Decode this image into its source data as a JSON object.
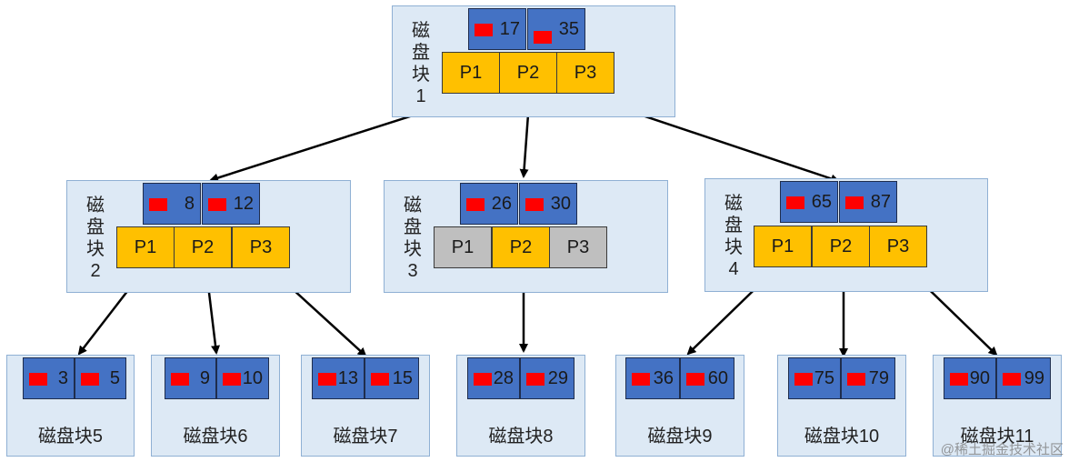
{
  "colors": {
    "block_bg": "#dde9f5",
    "key_cell": "#4472c4",
    "pointer_active": "#ffc000",
    "pointer_inactive": "#bfbfbf",
    "marker": "#ff0000"
  },
  "blocks": [
    {
      "label": "磁盘块1",
      "keys": [
        "17",
        "35"
      ],
      "pointers": [
        {
          "label": "P1",
          "active": true
        },
        {
          "label": "P2",
          "active": true
        },
        {
          "label": "P3",
          "active": true
        }
      ]
    },
    {
      "label": "磁盘块2",
      "keys": [
        "8",
        "12"
      ],
      "pointers": [
        {
          "label": "P1",
          "active": true
        },
        {
          "label": "P2",
          "active": true
        },
        {
          "label": "P3",
          "active": true
        }
      ]
    },
    {
      "label": "磁盘块3",
      "keys": [
        "26",
        "30"
      ],
      "pointers": [
        {
          "label": "P1",
          "active": false
        },
        {
          "label": "P2",
          "active": true
        },
        {
          "label": "P3",
          "active": false
        }
      ]
    },
    {
      "label": "磁盘块4",
      "keys": [
        "65",
        "87"
      ],
      "pointers": [
        {
          "label": "P1",
          "active": true
        },
        {
          "label": "P2",
          "active": true
        },
        {
          "label": "P3",
          "active": true
        }
      ]
    },
    {
      "label": "磁盘块5",
      "keys": [
        "3",
        "5"
      ]
    },
    {
      "label": "磁盘块6",
      "keys": [
        "9",
        "10"
      ]
    },
    {
      "label": "磁盘块7",
      "keys": [
        "13",
        "15"
      ]
    },
    {
      "label": "磁盘块8",
      "keys": [
        "28",
        "29"
      ]
    },
    {
      "label": "磁盘块9",
      "keys": [
        "36",
        "60"
      ]
    },
    {
      "label": "磁盘块10",
      "keys": [
        "75",
        "79"
      ]
    },
    {
      "label": "磁盘块11",
      "keys": [
        "90",
        "99"
      ]
    }
  ],
  "edges": [
    {
      "from": "磁盘块1",
      "pointer": "P1",
      "to": "磁盘块2"
    },
    {
      "from": "磁盘块1",
      "pointer": "P2",
      "to": "磁盘块3"
    },
    {
      "from": "磁盘块1",
      "pointer": "P3",
      "to": "磁盘块4"
    },
    {
      "from": "磁盘块2",
      "pointer": "P1",
      "to": "磁盘块5"
    },
    {
      "from": "磁盘块2",
      "pointer": "P2",
      "to": "磁盘块6"
    },
    {
      "from": "磁盘块2",
      "pointer": "P3",
      "to": "磁盘块7"
    },
    {
      "from": "磁盘块3",
      "pointer": "P2",
      "to": "磁盘块8"
    },
    {
      "from": "磁盘块4",
      "pointer": "P1",
      "to": "磁盘块9"
    },
    {
      "from": "磁盘块4",
      "pointer": "P2",
      "to": "磁盘块10"
    },
    {
      "from": "磁盘块4",
      "pointer": "P3",
      "to": "磁盘块11"
    }
  ],
  "watermark": "@稀土掘金技术社区"
}
